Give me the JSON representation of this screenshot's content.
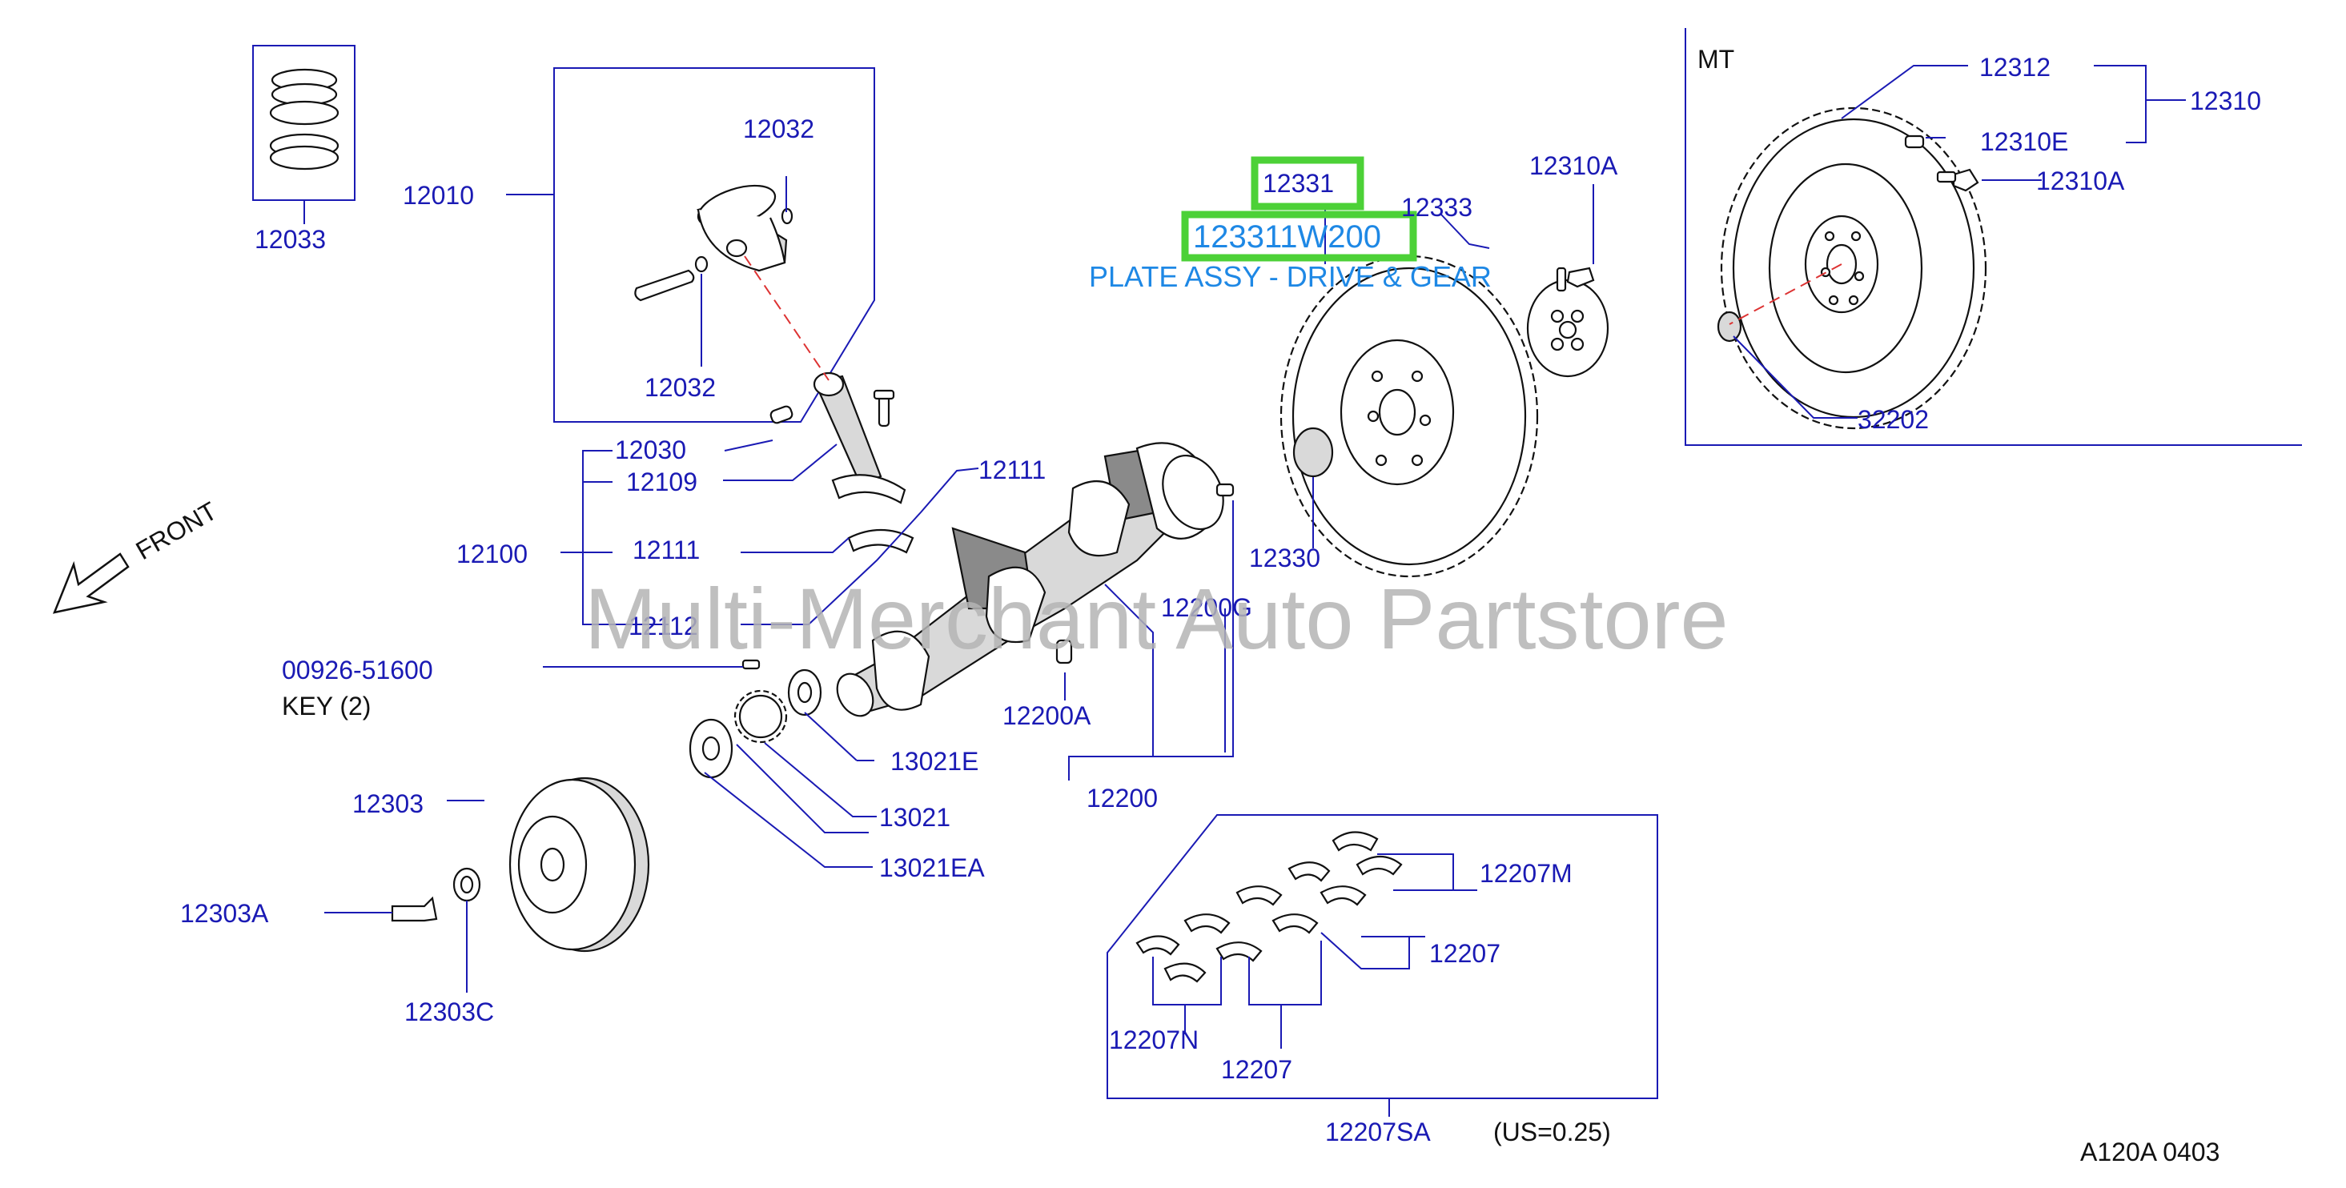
{
  "labels": {
    "p12033": "12033",
    "p12010": "12010",
    "p12032a": "12032",
    "p12032b": "12032",
    "p12030": "12030",
    "p12109": "12109",
    "p12100": "12100",
    "p12111a": "12111",
    "p12111b": "12111",
    "p12112": "12112",
    "front": "FRONT",
    "p00926": "00926-51600",
    "key": "KEY   (2)",
    "p12303": "12303",
    "p12303a": "12303A",
    "p12303c": "12303C",
    "p13021e": "13021E",
    "p13021": "13021",
    "p13021ea": "13021EA",
    "p12200g": "12200G",
    "p12200a": "12200A",
    "p12200": "12200",
    "p12331": "12331",
    "p123311w200": "123311W200",
    "plate_assy": "PLATE ASSY - DRIVE & GEAR",
    "p12333": "12333",
    "p12310a_mid": "12310A",
    "p12330": "12330",
    "mt": "MT",
    "p12312": "12312",
    "p12310": "12310",
    "p12310e": "12310E",
    "p12310a_mt": "12310A",
    "p32202": "32202",
    "p12207m": "12207M",
    "p12207a": "12207",
    "p12207n": "12207N",
    "p12207b": "12207",
    "p12207sa": "12207SA",
    "us": "(US=0.25)",
    "code": "A120A   0403"
  },
  "watermark": "Multi-Merchant Auto Partstore",
  "colors": {
    "part_number": "#1a1ab4",
    "highlight_text": "#1e88e5",
    "highlight_box": "#4cd137",
    "watermark": "#b5b5b5",
    "centerline": "#d33333"
  }
}
